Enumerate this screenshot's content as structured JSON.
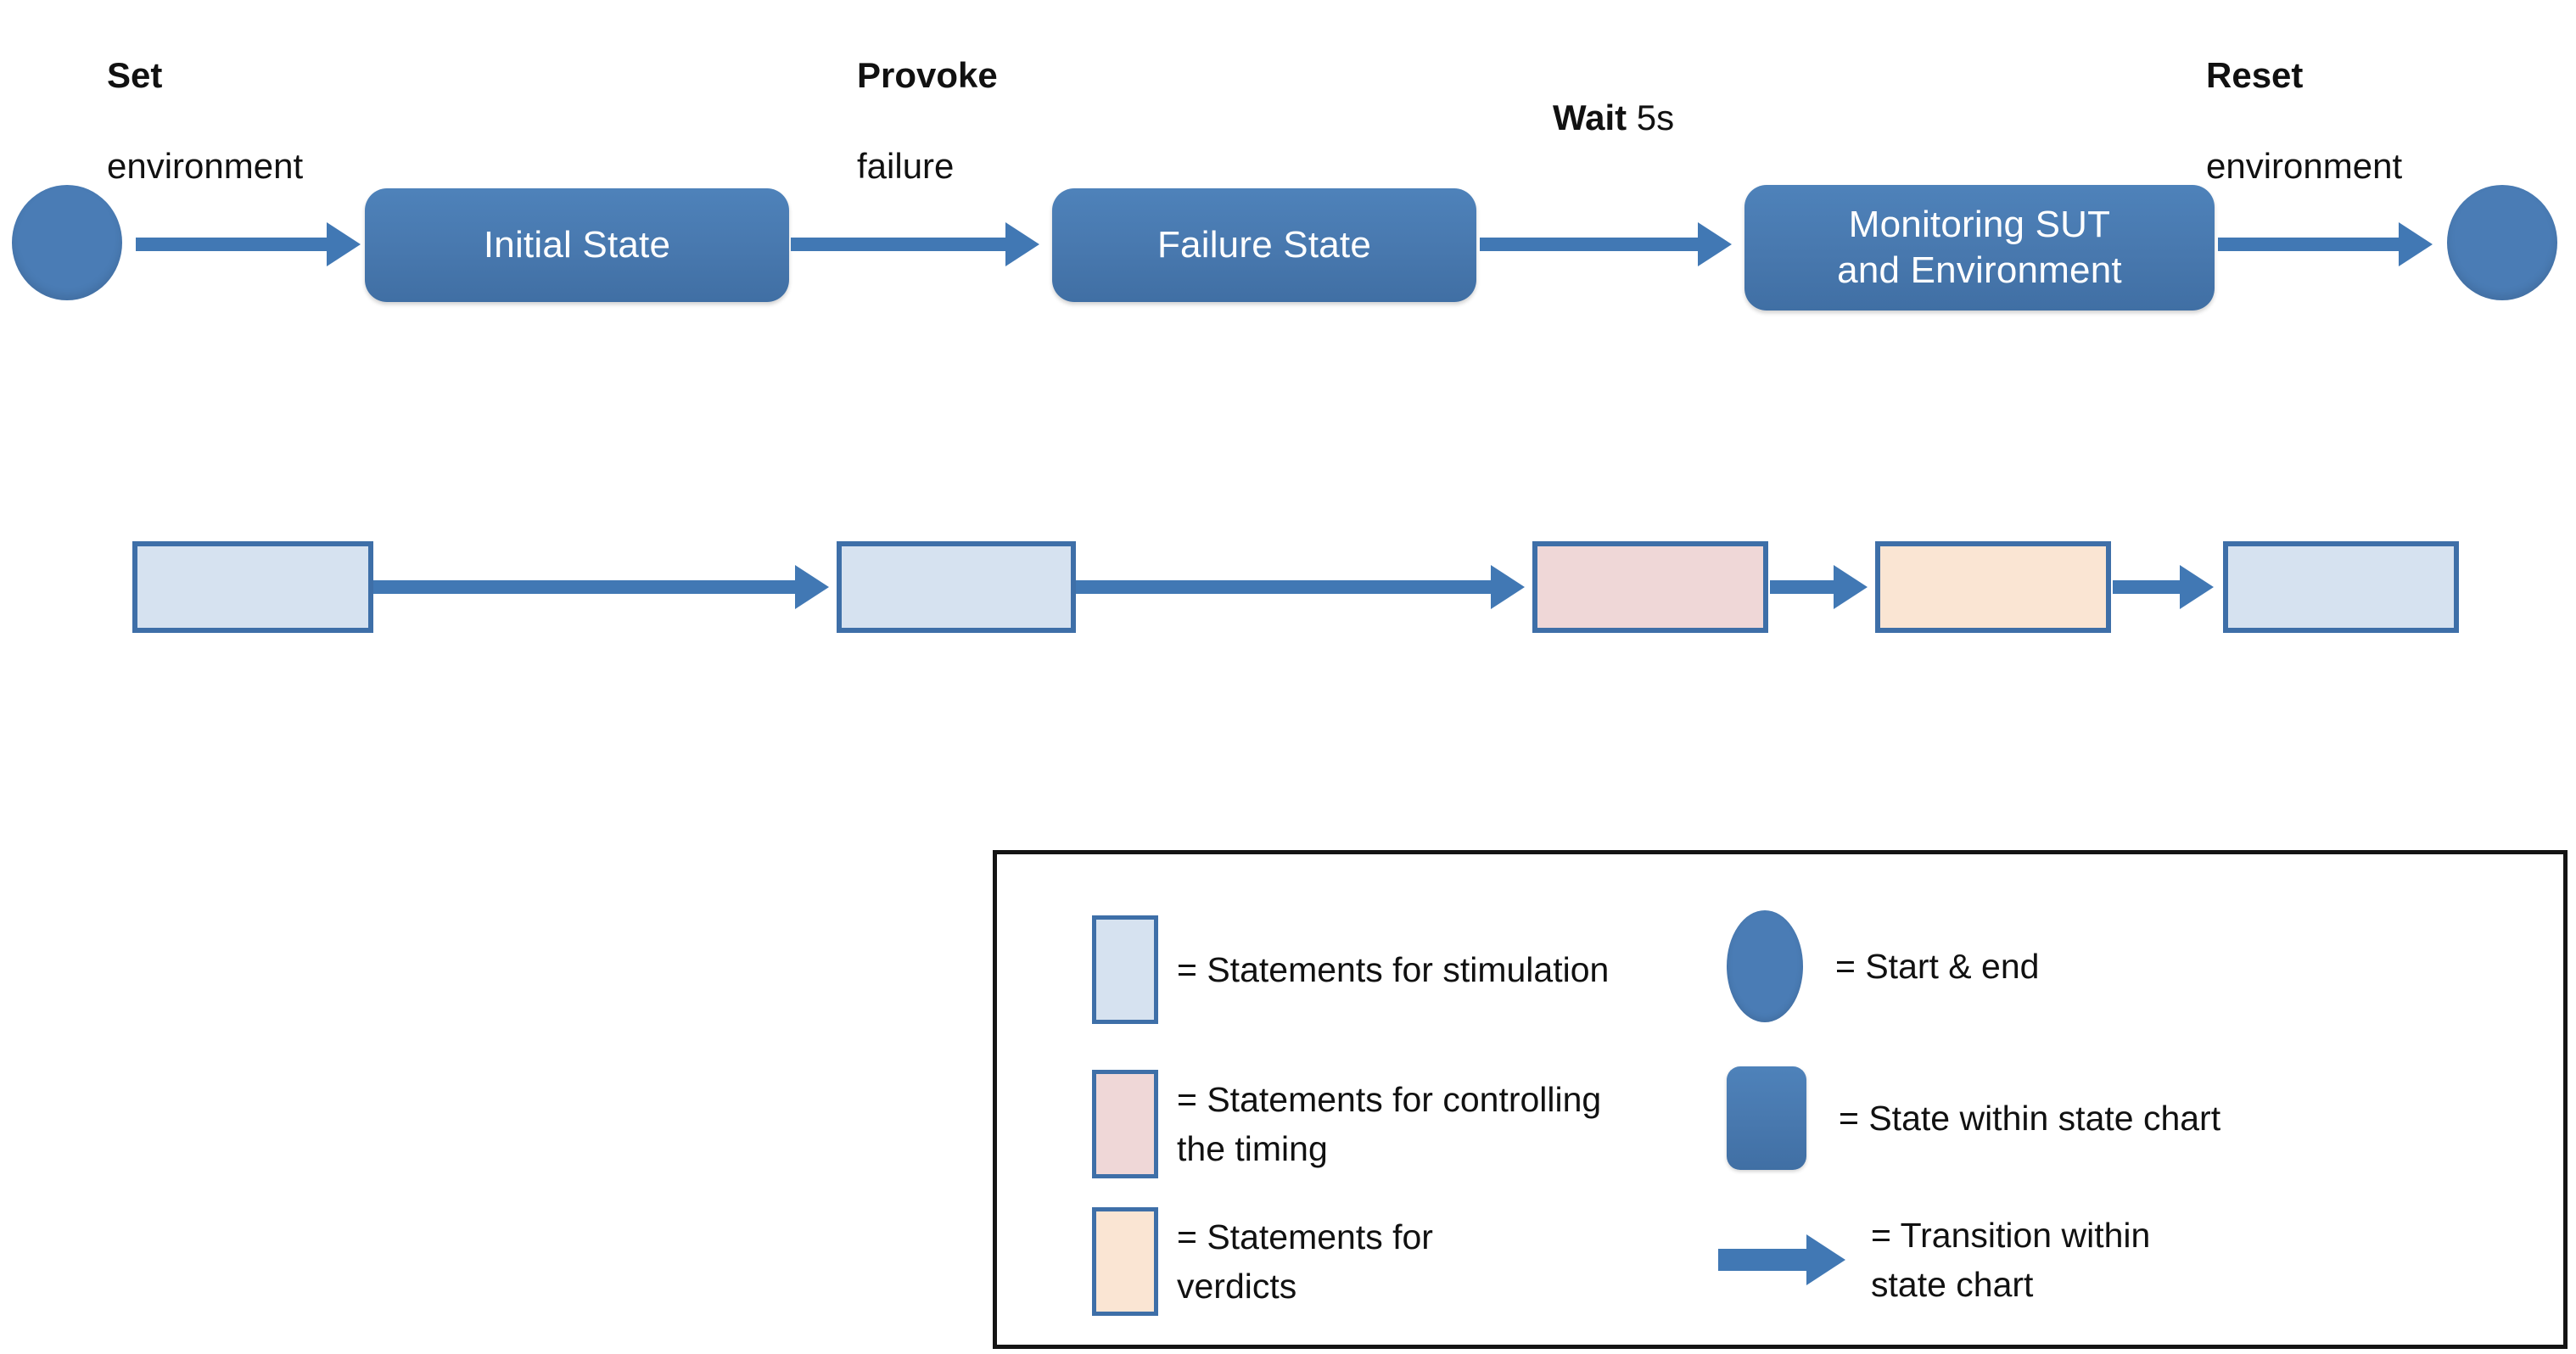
{
  "diagram": {
    "title_captions": [
      {
        "bold": "Set",
        "regular": "environment",
        "layout": "stacked"
      },
      {
        "bold": "Provoke",
        "regular": "failure",
        "layout": "stacked"
      },
      {
        "bold": "Wait",
        "regular": "5s",
        "layout": "inline"
      },
      {
        "bold": "Reset",
        "regular": "environment",
        "layout": "stacked"
      }
    ],
    "state_chart": {
      "start_node": "start-circle",
      "end_node": "end-circle",
      "states": [
        {
          "label": "Initial State"
        },
        {
          "label": "Failure State"
        },
        {
          "label": "Monitoring SUT\nand Environment"
        }
      ],
      "transitions": 4
    },
    "statement_row": {
      "boxes": [
        {
          "kind": "stimulation"
        },
        {
          "kind": "stimulation"
        },
        {
          "kind": "timing"
        },
        {
          "kind": "verdict"
        },
        {
          "kind": "stimulation"
        }
      ],
      "transitions": 4
    },
    "legend": {
      "left_column": [
        {
          "swatch": "statement-stimulation-swatch",
          "text": "= Statements for stimulation"
        },
        {
          "swatch": "statement-timing-swatch",
          "text": "= Statements for controlling\n   the timing"
        },
        {
          "swatch": "statement-verdict-swatch",
          "text": "= Statements for\n   verdicts"
        }
      ],
      "right_column": [
        {
          "symbol": "start-end-circle",
          "text": "= Start & end"
        },
        {
          "symbol": "state-rounded-box",
          "text": "= State within state chart"
        },
        {
          "symbol": "transition-arrow",
          "text": "= Transition  within\n   state chart"
        }
      ]
    },
    "colors": {
      "state_blue": "#4878AE",
      "arrow_blue": "#4178B4",
      "border_blue": "#3E6FA8",
      "stimulation_fill": "#D6E2F0",
      "timing_fill": "#EFD7D7",
      "verdict_fill": "#FAE5D3",
      "legend_border": "#141414",
      "text_black": "#111111",
      "background": "#FFFFFF"
    }
  }
}
